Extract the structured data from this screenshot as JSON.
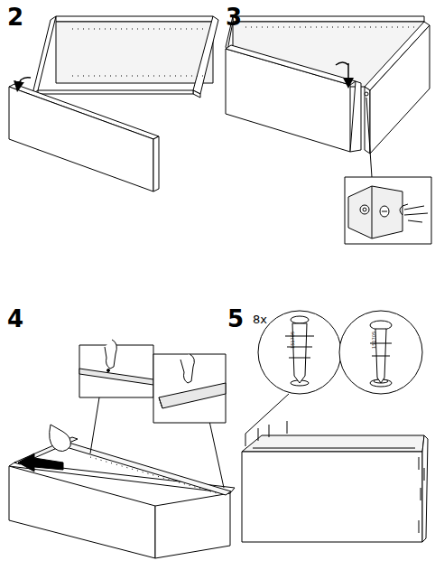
{
  "diagram": {
    "labels": [
      "2",
      "3",
      "4",
      "5",
      "8x",
      "151705",
      "151705"
    ]
  }
}
